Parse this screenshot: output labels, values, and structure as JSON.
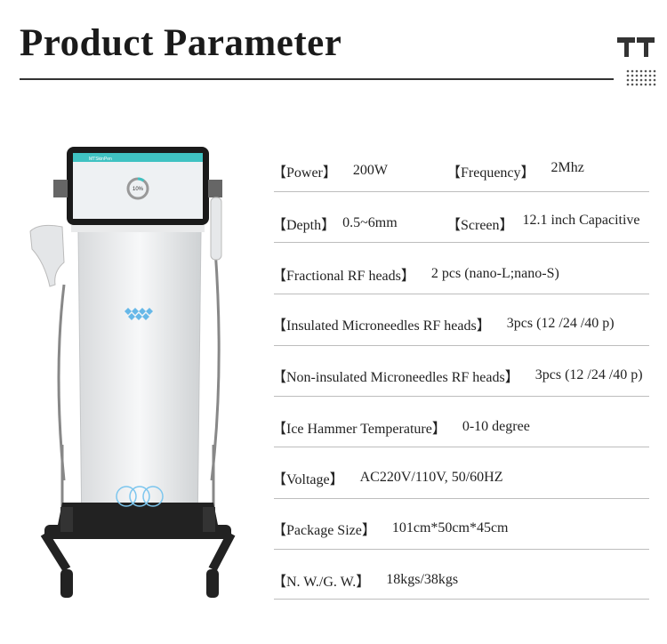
{
  "header": {
    "title": "Product Parameter"
  },
  "device": {
    "brand": "MTSkinPen",
    "progress": "10%",
    "progress_fraction": 0.1,
    "accent": "#3fc2c2"
  },
  "specs": [
    {
      "label": "【Power】",
      "value": "200W",
      "label2": "【Frequency】",
      "value2": "2Mhz"
    },
    {
      "label": "【Depth】",
      "value": "0.5~6mm",
      "label2": "【Screen】",
      "value2": "12.1 inch Capacitive"
    },
    {
      "label": "【Fractional RF heads】",
      "value": "2 pcs (nano-L;nano-S)"
    },
    {
      "label": "【Insulated Microneedles RF heads】",
      "value": "3pcs (12 /24 /40 p)"
    },
    {
      "label": "【Non-insulated Microneedles RF heads】",
      "value": "3pcs (12 /24 /40 p)"
    },
    {
      "label": "【Ice Hammer Temperature】",
      "value": "0-10 degree"
    },
    {
      "label": "【Voltage】",
      "value": "AC220V/110V, 50/60HZ"
    },
    {
      "label": "【Package Size】",
      "value": "101cm*50cm*45cm"
    },
    {
      "label": "【N. W./G. W.】",
      "value": "18kgs/38kgs"
    }
  ]
}
